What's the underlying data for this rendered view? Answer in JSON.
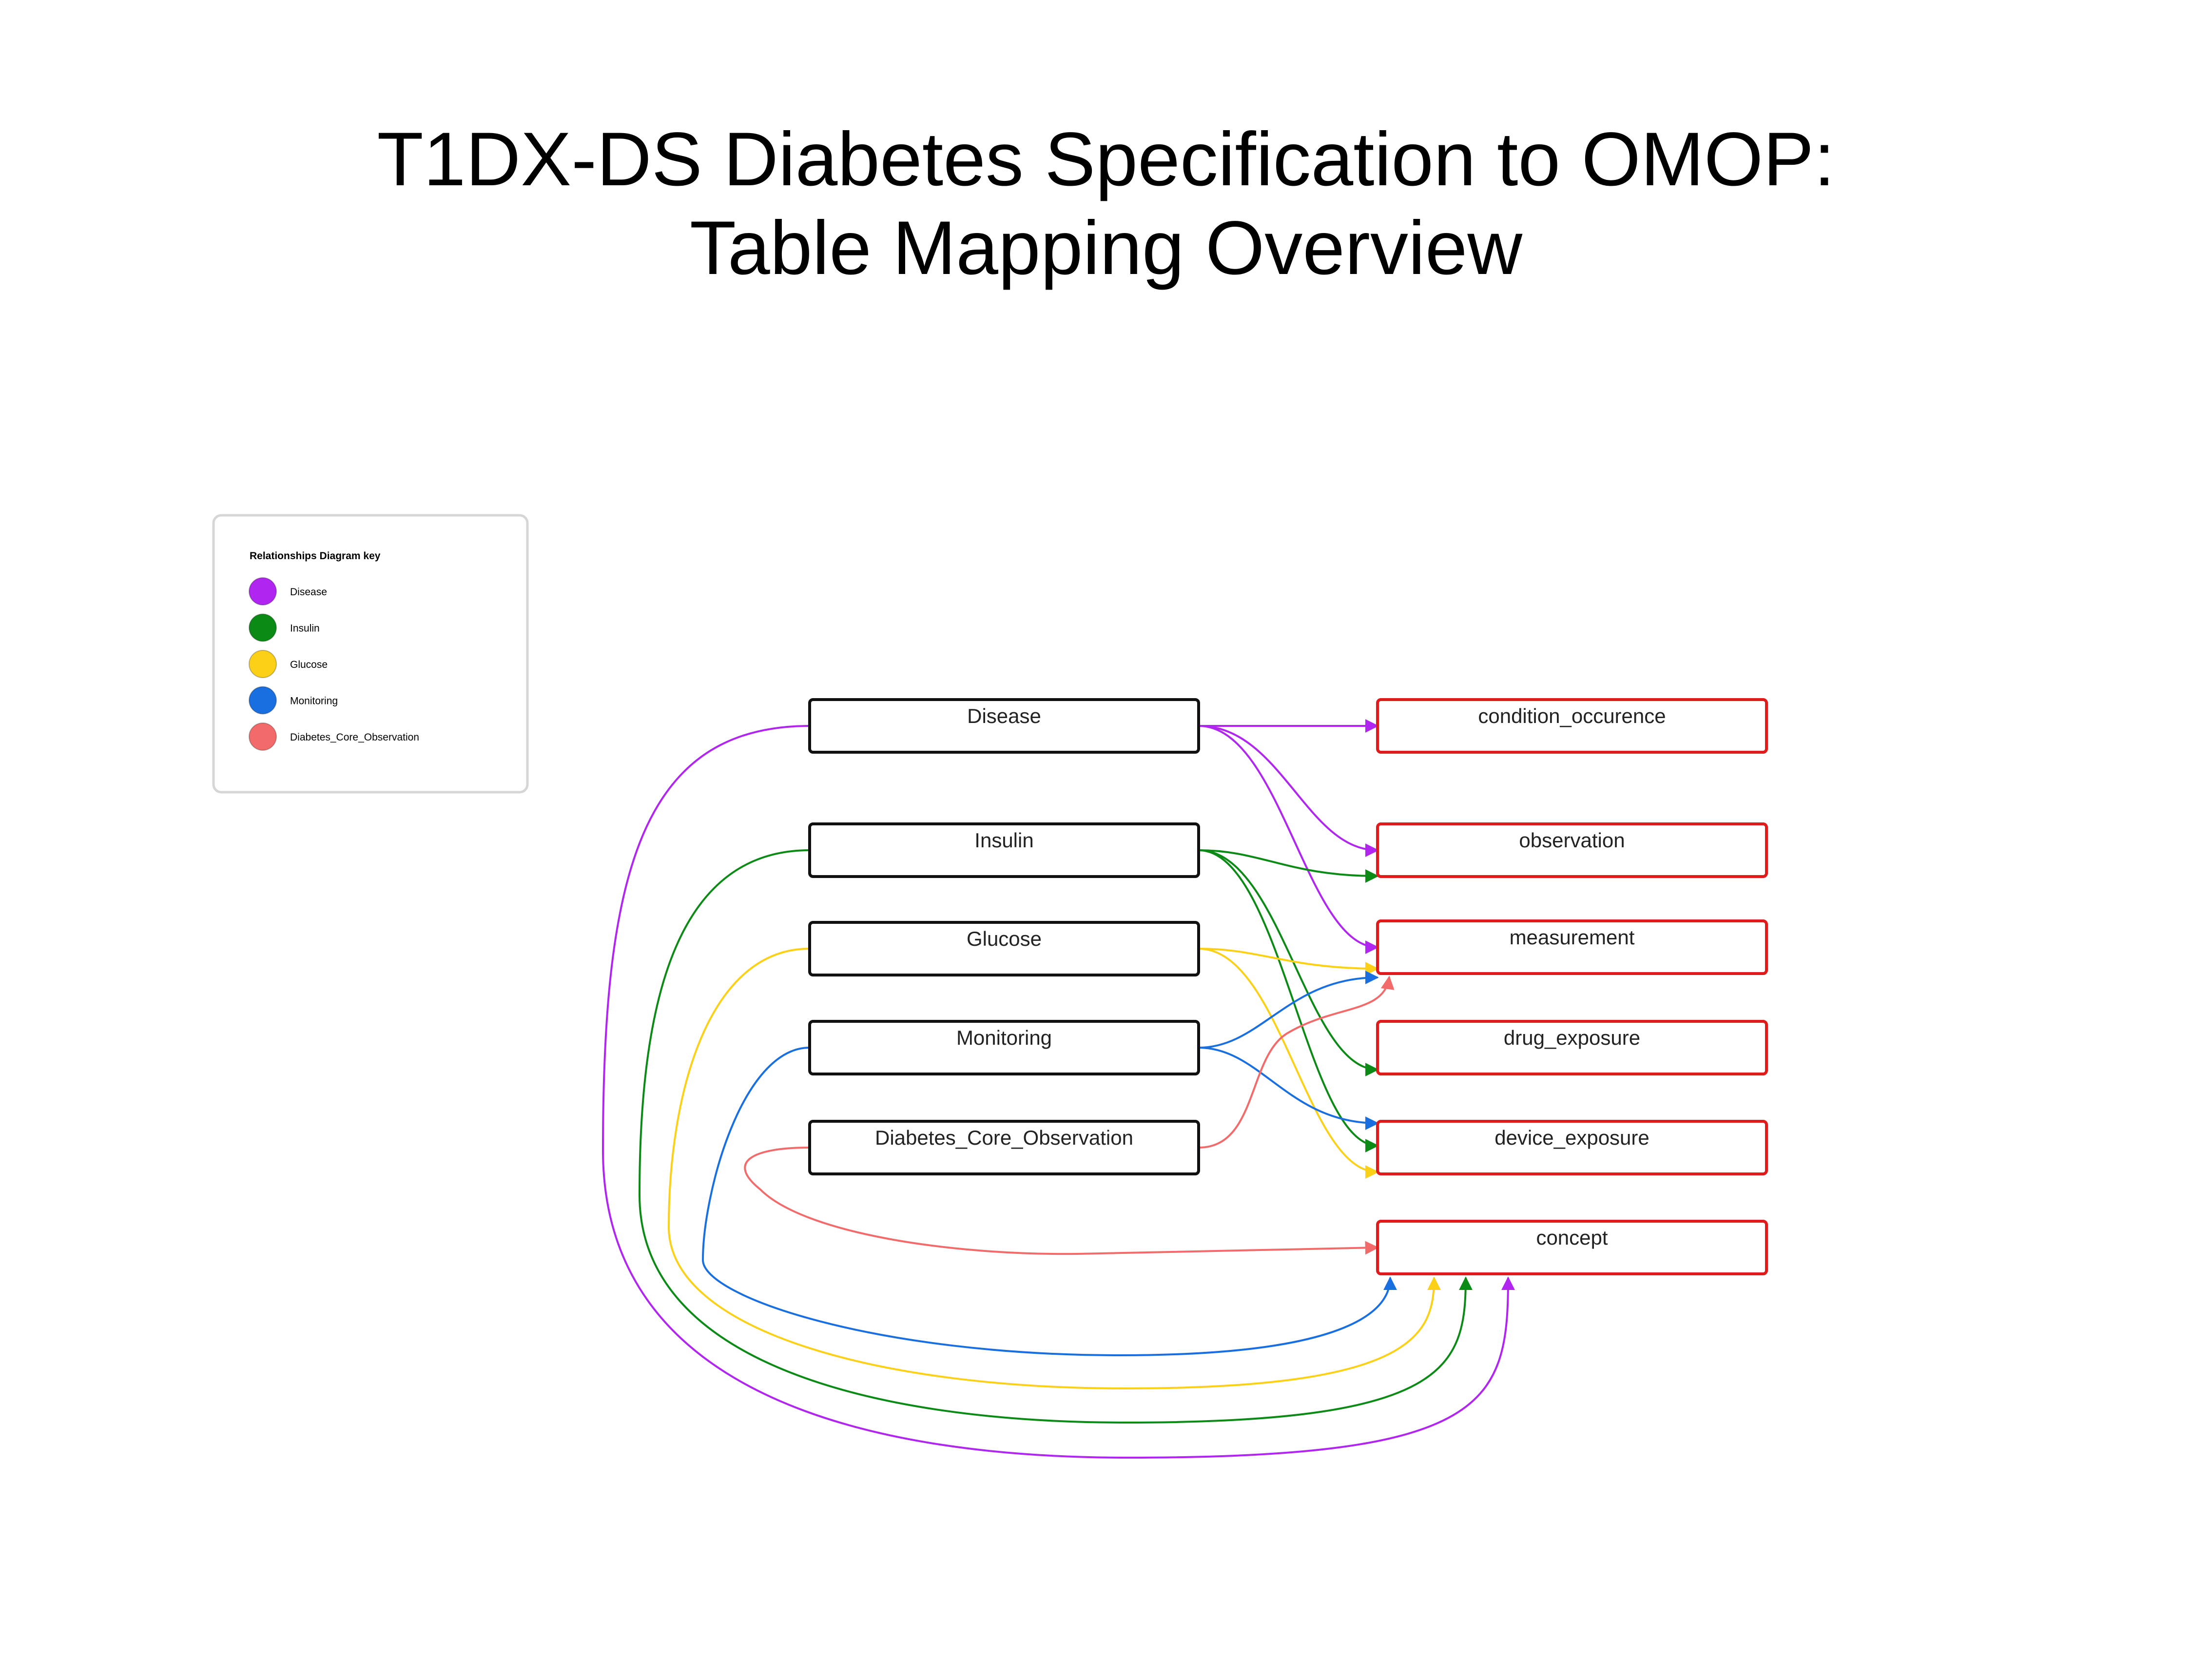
{
  "title": {
    "line1": "T1DX-DS Diabetes Specification to OMOP:",
    "line2": "Table Mapping Overview"
  },
  "key": {
    "title": "Relationships Diagram key",
    "items": [
      {
        "label": "Disease",
        "color": "#b026f0"
      },
      {
        "label": "Insulin",
        "color": "#0b8a16"
      },
      {
        "label": "Glucose",
        "color": "#fbd017"
      },
      {
        "label": "Monitoring",
        "color": "#1a6fe0"
      },
      {
        "label": "Diabetes_Core_Observation",
        "color": "#f26a6a"
      }
    ]
  },
  "sources": [
    {
      "id": "disease",
      "label": "Disease",
      "color": "#b026f0"
    },
    {
      "id": "insulin",
      "label": "Insulin",
      "color": "#0b8a16"
    },
    {
      "id": "glucose",
      "label": "Glucose",
      "color": "#fbd017"
    },
    {
      "id": "monitoring",
      "label": "Monitoring",
      "color": "#1a6fe0"
    },
    {
      "id": "dco",
      "label": "Diabetes_Core_Observation",
      "color": "#f26a6a"
    }
  ],
  "targets": [
    {
      "id": "condition_occurence",
      "label": "condition_occurence"
    },
    {
      "id": "observation",
      "label": "observation"
    },
    {
      "id": "measurement",
      "label": "measurement"
    },
    {
      "id": "drug_exposure",
      "label": "drug_exposure"
    },
    {
      "id": "device_exposure",
      "label": "device_exposure"
    },
    {
      "id": "concept",
      "label": "concept"
    }
  ],
  "connections": [
    {
      "from": "disease",
      "to": "condition_occurence"
    },
    {
      "from": "disease",
      "to": "observation"
    },
    {
      "from": "disease",
      "to": "measurement"
    },
    {
      "from": "disease",
      "to": "concept"
    },
    {
      "from": "insulin",
      "to": "observation"
    },
    {
      "from": "insulin",
      "to": "drug_exposure"
    },
    {
      "from": "insulin",
      "to": "device_exposure"
    },
    {
      "from": "insulin",
      "to": "concept"
    },
    {
      "from": "glucose",
      "to": "measurement"
    },
    {
      "from": "glucose",
      "to": "device_exposure"
    },
    {
      "from": "glucose",
      "to": "concept"
    },
    {
      "from": "monitoring",
      "to": "measurement"
    },
    {
      "from": "monitoring",
      "to": "device_exposure"
    },
    {
      "from": "monitoring",
      "to": "concept"
    },
    {
      "from": "dco",
      "to": "measurement"
    },
    {
      "from": "dco",
      "to": "concept"
    }
  ],
  "style": {
    "source_border": "#111111",
    "target_border": "#e01b1b",
    "key_border": "#d6d6d6"
  }
}
